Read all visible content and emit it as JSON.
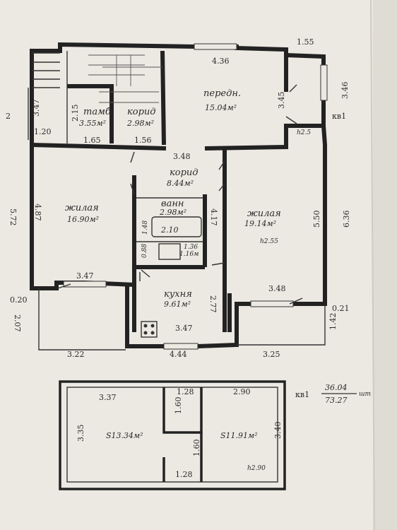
{
  "apartment_label": "кв1",
  "area_fraction": {
    "numerator": "36.04",
    "denominator": "73.27",
    "unit": "шт"
  },
  "labels": {
    "side_number": "2",
    "room_height_main": "h2.5",
    "room_height_living": "h2.55",
    "room_height_attic": "h2.90"
  },
  "rooms": {
    "tambour": {
      "name": "тамб",
      "area": "3.55м²"
    },
    "corridor1": {
      "name": "корид",
      "area": "2.98м²"
    },
    "hall": {
      "name": "передн.",
      "area": "15.04м²"
    },
    "corridor2": {
      "name": "корид",
      "area": "8.44м²"
    },
    "bath": {
      "name": "ванн",
      "area": "2.98м²"
    },
    "living_left": {
      "name": "жилая",
      "area": "16.90м²"
    },
    "living_right": {
      "name": "жилая",
      "area": "19.14м²"
    },
    "kitchen": {
      "name": "кухня",
      "area": "9.61м²"
    },
    "attic_left": {
      "area": "S13.34м²"
    },
    "attic_right": {
      "area": "S11.91м²"
    }
  },
  "fixtures": {
    "bath_tub": "2.10",
    "wc": "1.16м",
    "wc_width": "1.36"
  },
  "dimensions": {
    "top_hall": "4.36",
    "top_right": "1.55",
    "right_vert": "3.46",
    "hall_right": "3.45",
    "tambour_vert": "2.15",
    "left_top": "3.47",
    "left_width_top": "1.20",
    "tambour_w": "1.65",
    "corridor_w": "1.56",
    "corridor2_w": "3.48",
    "left_outer": "5.72",
    "living_left_h": "4.87",
    "bath_vert": "1.48",
    "wc_vert": "0.88",
    "living_left_w": "3.47",
    "corridor2_vert": "4.17",
    "living_right_h": "5.50",
    "outer_right": "6.36",
    "living_right_w": "3.48",
    "left_small": "0.20",
    "left_porch": "2.07",
    "kitchen_w": "3.47",
    "kitchen_vert": "2.77",
    "right_small": "0.21",
    "right_porch": "1.42",
    "bottom_left": "3.22",
    "bottom_mid": "4.44",
    "bottom_right": "3.25",
    "attic_top_left": "3.37",
    "attic_top_mid": "1.28",
    "attic_top_right": "2.90",
    "attic_left_vert": "3.35",
    "attic_mid_vert1": "1.60",
    "attic_mid_vert2": "1.60",
    "attic_right_vert": "3.40",
    "attic_bottom_mid": "1.28"
  }
}
